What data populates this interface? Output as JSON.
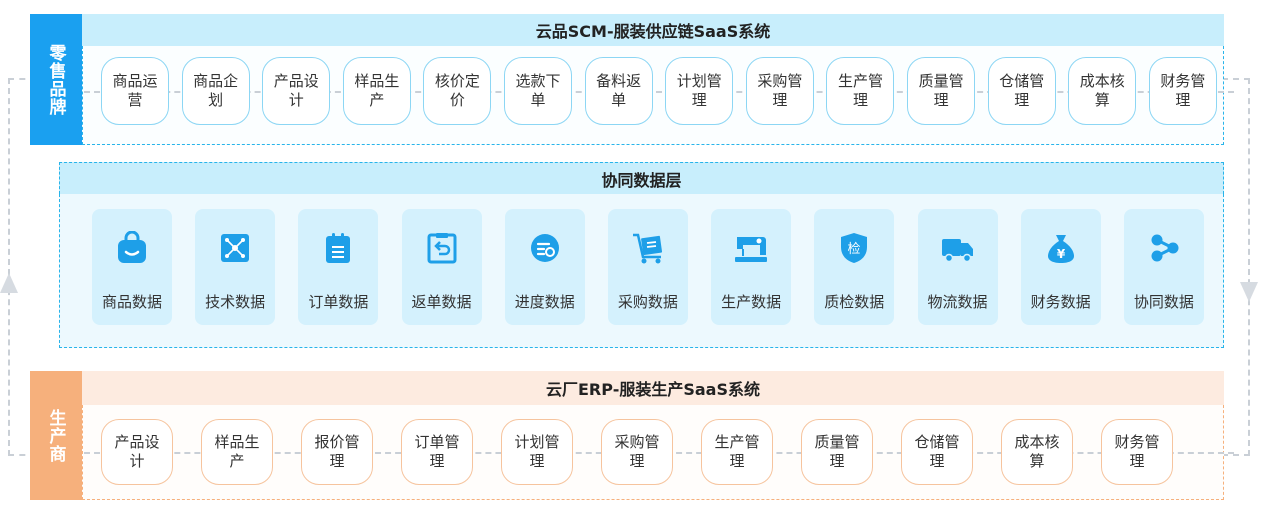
{
  "scm": {
    "side_label": "零售品牌",
    "title": "云品SCM-服装供应链SaaS系统",
    "modules": [
      "商品运营",
      "商品企划",
      "产品设计",
      "样品生产",
      "核价定价",
      "选款下单",
      "备料返单",
      "计划管理",
      "采购管理",
      "生产管理",
      "质量管理",
      "仓储管理",
      "成本核算",
      "财务管理"
    ]
  },
  "data_layer": {
    "title": "协同数据层",
    "items": [
      {
        "label": "商品数据",
        "icon": "shopping-bag-icon"
      },
      {
        "label": "技术数据",
        "icon": "network-icon"
      },
      {
        "label": "订单数据",
        "icon": "clipboard-icon"
      },
      {
        "label": "返单数据",
        "icon": "return-document-icon"
      },
      {
        "label": "进度数据",
        "icon": "progress-icon"
      },
      {
        "label": "采购数据",
        "icon": "cart-icon"
      },
      {
        "label": "生产数据",
        "icon": "sewing-machine-icon"
      },
      {
        "label": "质检数据",
        "icon": "inspection-shield-icon"
      },
      {
        "label": "物流数据",
        "icon": "truck-icon"
      },
      {
        "label": "财务数据",
        "icon": "money-bag-icon"
      },
      {
        "label": "协同数据",
        "icon": "share-icon"
      }
    ]
  },
  "erp": {
    "side_label": "生产商",
    "title": "云厂ERP-服装生产SaaS系统",
    "modules": [
      "产品设计",
      "样品生产",
      "报价管理",
      "订单管理",
      "计划管理",
      "采购管理",
      "生产管理",
      "质量管理",
      "仓储管理",
      "成本核算",
      "财务管理"
    ]
  },
  "colors": {
    "scm_accent": "#1aa0f0",
    "erp_accent": "#f6b07c",
    "icon_color": "#1e9fe8"
  }
}
